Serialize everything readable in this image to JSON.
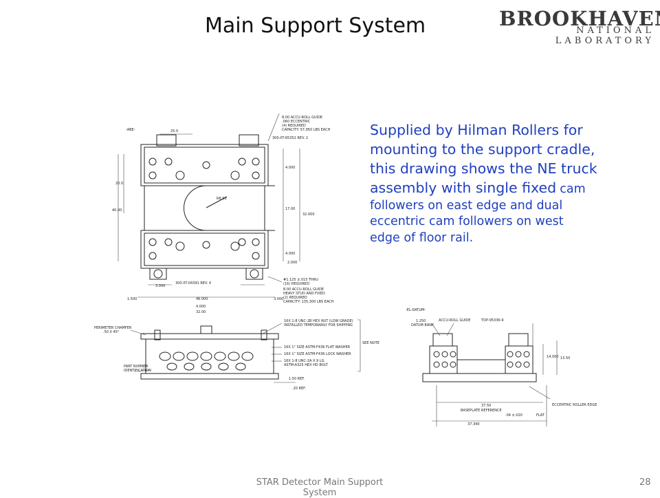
{
  "slide": {
    "title": "Main Support System",
    "logo": {
      "name": "BROOKHAVEN",
      "subtitle": "NATIONAL LABORATORY"
    },
    "description": {
      "line1": "Supplied by Hilman Rollers for",
      "line2": "mounting to the support cradle,",
      "line3": "this drawing shows the NE truck",
      "line4a": "assembly with single fixed",
      "line4b": "cam",
      "line5": "followers on east edge and dual",
      "line6": "eccentric cam followers on west",
      "line7": "edge of floor rail."
    },
    "footer": {
      "center": "STAR Detector Main Support System",
      "page_number": "28"
    }
  },
  "drawing": {
    "top_view": {
      "notes": {
        "guide_note1": "8.00 ACCU-ROLL GUIDE",
        "guide_note2": ".060 ECCENTRIC",
        "guide_note3": "(4) REQUIRED",
        "guide_note4": "CAPACITY: 57,950 LBS EACH",
        "part_ref_top": "300-XT-65352 REV. 2",
        "part_ref_bottom": "300-XT-04391 REV. 4",
        "thru_note1": "#1.125 ±.015 THRU",
        "thru_note2": "(16) REQUIRED",
        "fixed_note1": "8.00 ACCU-ROLL GUIDE",
        "fixed_note2": "HEAVY STUD AND FIXED",
        "fixed_note3": "(2) REQUIRED",
        "fixed_note4": "CAPACITY: 135,300 LBS EACH"
      },
      "dims": {
        "d25": "25.0",
        "d4a": "4.000",
        "d20": "20.0",
        "d40": "40.00",
        "r850": "R8.50",
        "d17": "17.00",
        "d32": "32.000",
        "d4b": "4.000",
        "d2": "2.000",
        "d3a": "3.000",
        "d3b": "3.000",
        "d1500": "1.500",
        "d46": "46.000",
        "d4c": "4.000",
        "d32b": "32.00"
      }
    },
    "front_view": {
      "chamfer1": "PERIMETER CHAMFER",
      "chamfer2": ".50 X 45°",
      "part_number1": "PART NUMBER",
      "part_number2": "IDENTIFICATION",
      "n1": "16X 1-8 UNC-2B HEX NUT (LOW GRADE)",
      "n1b": "INSTALLED TEMPORARILY FOR SHIPPING",
      "n2": "16X 1\" SIZE ASTM-F436 FLAT WASHER",
      "n3": "16X 1\" SIZE ASTM-F436 LOCK WASHER",
      "n4": "16X 1-8 UNC-2A X 9 LG.",
      "n4b": "ASTM-A325 HEX HD BOLT",
      "see_note": "SEE NOTE",
      "d150": "1.50 REF.",
      "d20ref": ".20 REF."
    },
    "side_view": {
      "datum": "1.250",
      "datum_bank": "DATUM BANK",
      "accu": "ACCU-ROLL GUIDE",
      "top_ref": "TOP-95336-9",
      "d14": "14.000",
      "d1350": "13.50",
      "eccentric": "ECCENTRIC ROLLER EDGE",
      "d3750": "37.50",
      "baseplate": "BASEPLATE REFERENCE",
      "d37340": "37.340",
      "tol": ".04 ±.020",
      "flat": "FLAT"
    }
  }
}
